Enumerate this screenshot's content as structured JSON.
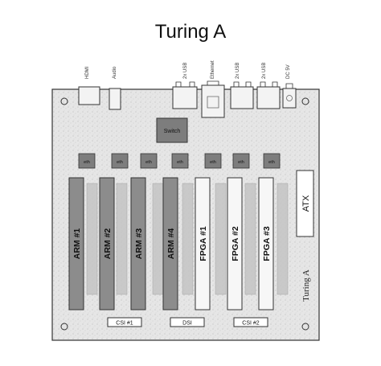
{
  "title": "Turing A",
  "connectors": {
    "hdmi": "HDMI",
    "audio": "Audio",
    "usb_a": "2x USB",
    "ethernet": "Ethernet",
    "usb_b": "2x USB",
    "usb_c": "2x USB",
    "dc": "DC 5V"
  },
  "switch_label": "Switch",
  "eth_label": "eth",
  "atx_label": "ATX",
  "board_name": "Turing A",
  "arm_modules": [
    "ARM #1",
    "ARM #2",
    "ARM #3",
    "ARM #4"
  ],
  "fpga_modules": [
    "FPGA #1",
    "FPGA #2",
    "FPGA #3"
  ],
  "csi1_label": "CSI #1",
  "dsi_label": "DSI",
  "csi2_label": "CSI #2",
  "colors": {
    "board": "#e3e3e3",
    "arm": "#8c8c8c",
    "fpga": "#f7f7f7",
    "chip": "#7d7d7d",
    "connector_strip": "#c4c4c4",
    "outline": "#333333"
  }
}
